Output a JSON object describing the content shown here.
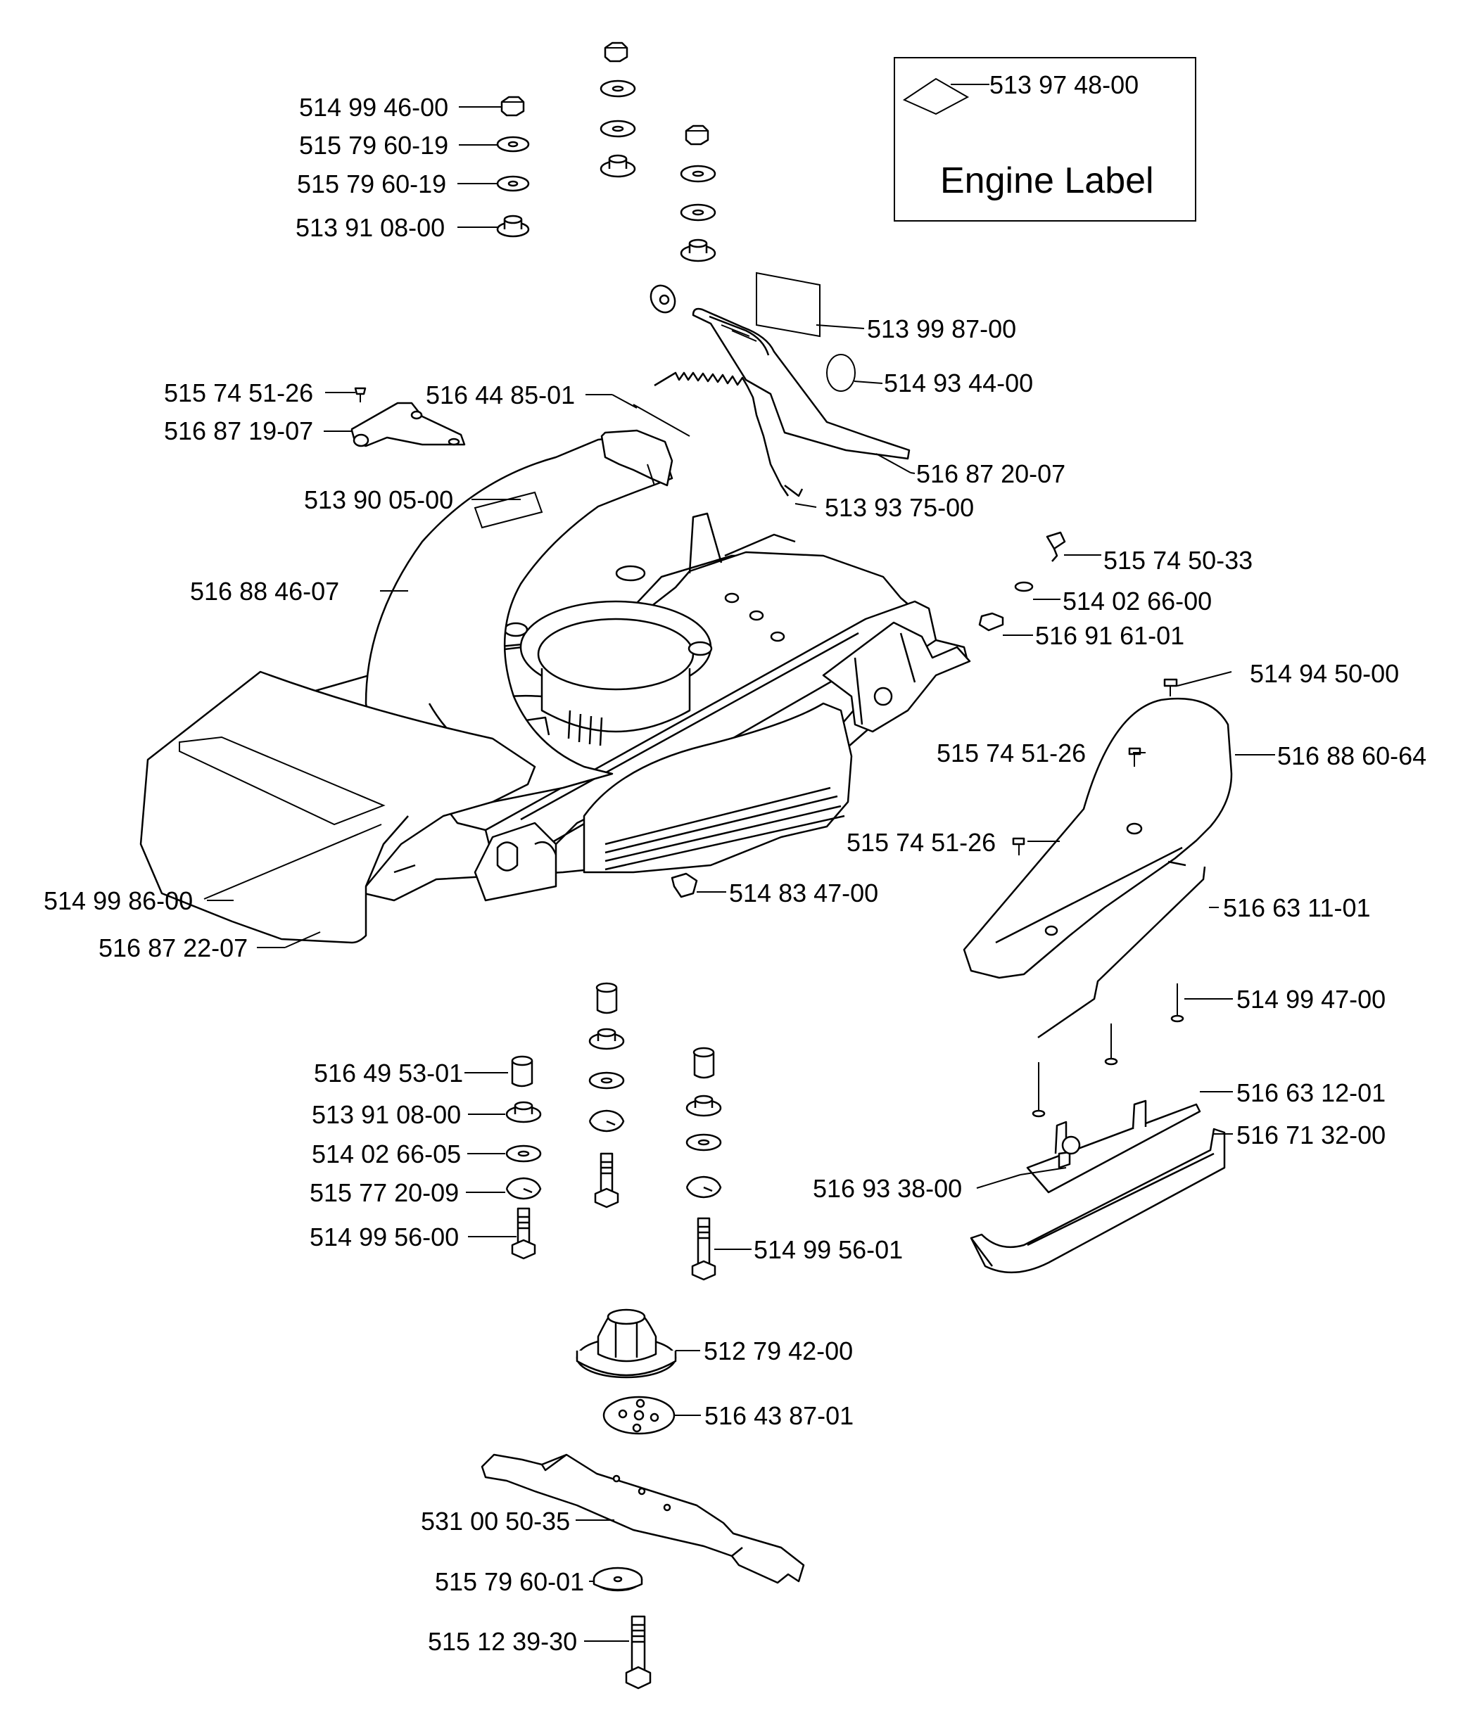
{
  "engine_label_box": {
    "part_number": "513 97 48-00",
    "title": "Engine Label"
  },
  "part_labels": {
    "p_514_99_46_00": "514 99 46-00",
    "p_515_79_60_19_a": "515 79 60-19",
    "p_515_79_60_19_b": "515 79 60-19",
    "p_513_91_08_00_top": "513 91 08-00",
    "p_513_99_87_00": "513 99 87-00",
    "p_514_93_44_00": "514 93 44-00",
    "p_515_74_51_26_top": "515 74 51-26",
    "p_516_44_85_01": "516 44 85-01",
    "p_516_87_19_07": "516 87 19-07",
    "p_516_87_20_07": "516 87 20-07",
    "p_513_90_05_00": "513 90 05-00",
    "p_513_93_75_00": "513 93 75-00",
    "p_515_74_50_33": "515 74 50-33",
    "p_516_88_46_07": "516 88 46-07",
    "p_514_02_66_00": "514 02 66-00",
    "p_516_91_61_01": "516 91 61-01",
    "p_514_94_50_00": "514 94 50-00",
    "p_515_74_51_26_mid": "515 74 51-26",
    "p_516_88_60_64": "516 88 60-64",
    "p_515_74_51_26_low": "515 74 51-26",
    "p_514_83_47_00": "514 83 47-00",
    "p_514_99_86_00": "514 99 86-00",
    "p_516_63_11_01": "516 63 11-01",
    "p_516_87_22_07": "516 87 22-07",
    "p_514_99_47_00": "514 99 47-00",
    "p_516_49_53_01": "516 49 53-01",
    "p_513_91_08_00_low": "513 91 08-00",
    "p_516_63_12_01": "516 63 12-01",
    "p_516_71_32_00": "516 71 32-00",
    "p_514_02_66_05": "514 02 66-05",
    "p_516_93_38_00": "516 93 38-00",
    "p_515_77_20_09": "515 77 20-09",
    "p_514_99_56_00": "514 99 56-00",
    "p_514_99_56_01": "514 99 56-01",
    "p_512_79_42_00": "512 79 42-00",
    "p_516_43_87_01": "516 43 87-01",
    "p_531_00_50_35": "531 00 50-35",
    "p_515_79_60_01": "515 79 60-01",
    "p_515_12_39_30": "515 12 39-30"
  }
}
